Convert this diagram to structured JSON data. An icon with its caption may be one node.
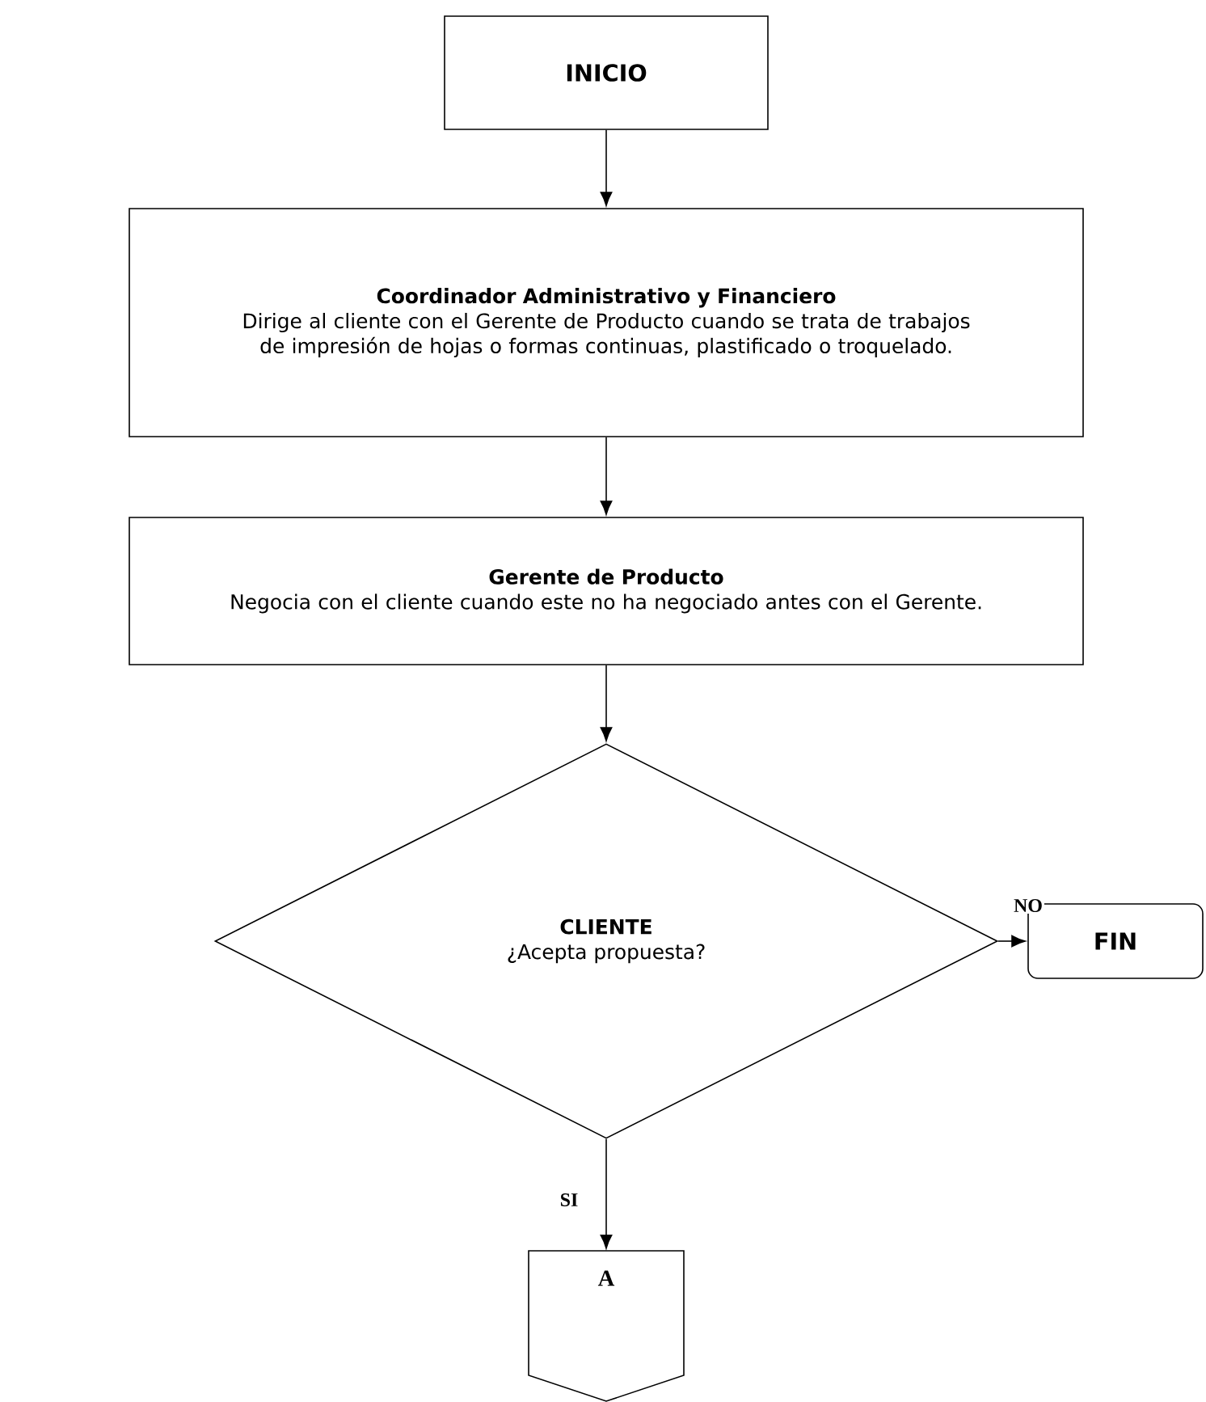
{
  "diagram": {
    "nodes": [
      {
        "text": [
          "INICIO"
        ]
      },
      {
        "text": [
          "Coordinador Administrativo y Financiero",
          "Dirige al cliente con el Gerente de Producto cuando se trata de trabajos de impresión de hojas o formas continuas, plastificado o troquelado."
        ]
      },
      {
        "text": [
          "Gerente de Producto",
          "Negocia con el cliente cuando este no ha negociado antes con el Gerente."
        ]
      },
      {
        "text": [
          "CLIENTE",
          "¿Acepta propuesta?"
        ]
      },
      {
        "text": [
          "FIN"
        ]
      },
      {
        "text": [
          "A"
        ]
      }
    ],
    "edges": [
      {
        "from": 0,
        "to": 1,
        "arrow": "to"
      },
      {
        "from": 1,
        "to": 2,
        "arrow": "to"
      },
      {
        "from": 2,
        "to": 3,
        "arrow": "to"
      },
      {
        "from": 3,
        "to": 4,
        "arrow": "to",
        "label": "NO"
      },
      {
        "from": 3,
        "to": 5,
        "arrow": "to",
        "label": "SI"
      }
    ]
  }
}
